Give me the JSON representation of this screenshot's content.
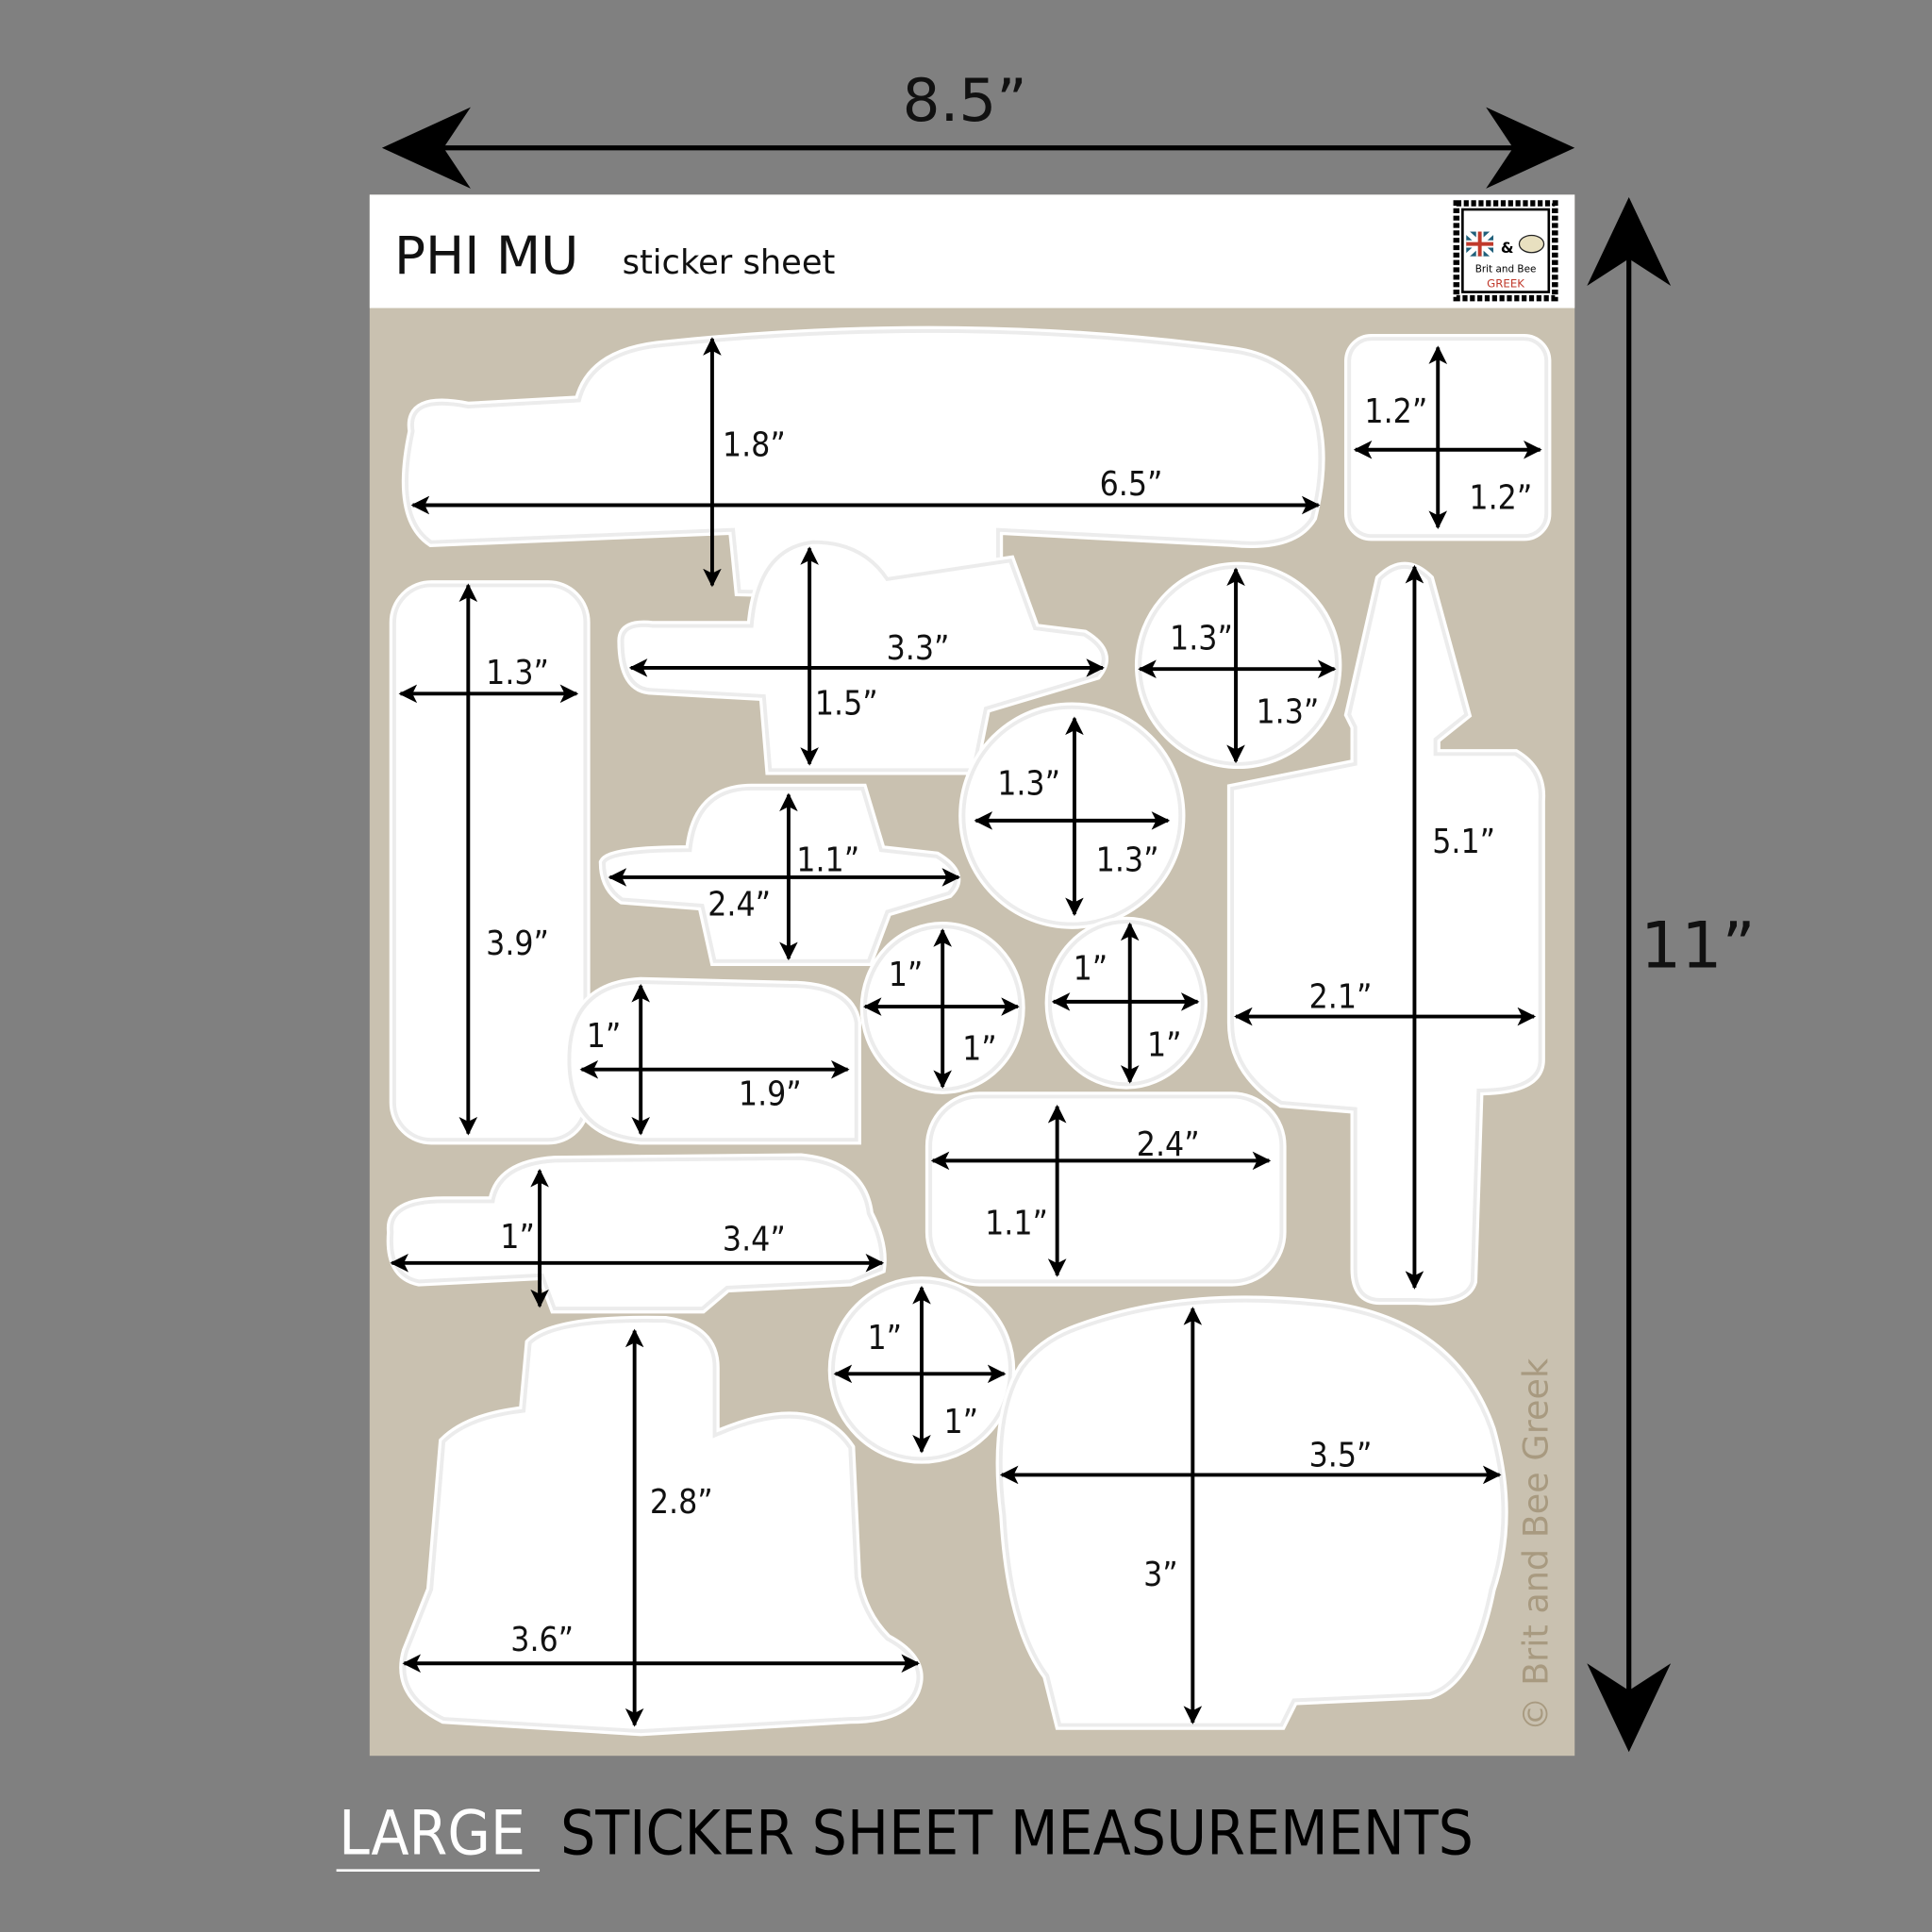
{
  "dimensions": {
    "width": "8.5”",
    "height": "11”"
  },
  "header": {
    "title": "PHI MU",
    "subtitle": "sticker sheet"
  },
  "logo": {
    "line1": "Brit and Bee",
    "line2": "GREEK",
    "ampersand": "&"
  },
  "copyright": "© Brit and Bee Greek",
  "footer": {
    "highlight": "LARGE",
    "rest": "STICKER SHEET MEASUREMENTS"
  },
  "colors": {
    "background": "#808080",
    "sheet": "#c9c1b0",
    "sticker": "#ffffff",
    "logo_red": "#c0392b"
  },
  "stickers": [
    {
      "name": "top-banner",
      "labels": [
        "1.8”",
        "6.5”"
      ]
    },
    {
      "name": "square",
      "labels": [
        "1.2”",
        "1.2”"
      ]
    },
    {
      "name": "tall-left",
      "labels": [
        "3.9”",
        "1.3”"
      ]
    },
    {
      "name": "phi-mu-arrow",
      "labels": [
        "1.5”",
        "3.3”"
      ]
    },
    {
      "name": "flower-medium",
      "labels": [
        "1.3”",
        "1.3”"
      ]
    },
    {
      "name": "circle-medium",
      "labels": [
        "1.3”",
        "1.3”"
      ]
    },
    {
      "name": "tall-right",
      "labels": [
        "5.1”",
        "2.1”"
      ]
    },
    {
      "name": "small-arrow",
      "labels": [
        "1.1”",
        "2.4”"
      ]
    },
    {
      "name": "flower-small-a",
      "labels": [
        "1”",
        "1”"
      ]
    },
    {
      "name": "flower-small-b",
      "labels": [
        "1”",
        "1”"
      ]
    },
    {
      "name": "letters-small",
      "labels": [
        "1”",
        "1.9”"
      ]
    },
    {
      "name": "cloud-wide",
      "labels": [
        "1.1”",
        "2.4”"
      ]
    },
    {
      "name": "banner-small",
      "labels": [
        "1”",
        "3.4”"
      ]
    },
    {
      "name": "circle-small",
      "labels": [
        "1”",
        "1”"
      ]
    },
    {
      "name": "big-left",
      "labels": [
        "2.8”",
        "3.6”"
      ]
    },
    {
      "name": "big-right",
      "labels": [
        "3”",
        "3.5”"
      ]
    }
  ]
}
